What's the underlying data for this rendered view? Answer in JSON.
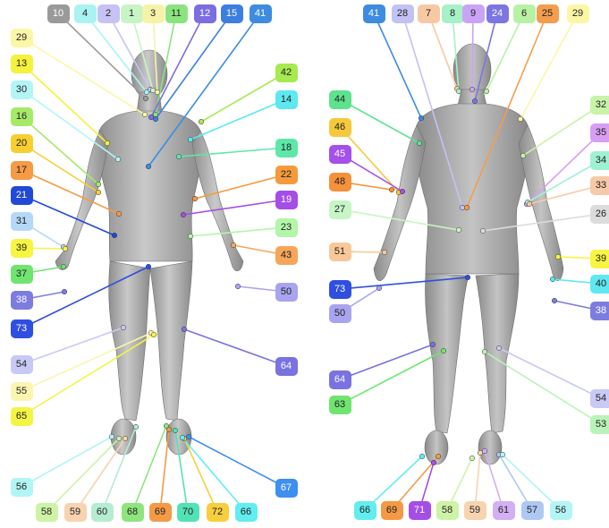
{
  "front": {
    "landmarks": [
      {
        "id": "10",
        "color": "#9a9a9a",
        "dark": true
      },
      {
        "id": "4",
        "color": "#a9f3f3",
        "dark": false
      },
      {
        "id": "2",
        "color": "#c6c2f4",
        "dark": false
      },
      {
        "id": "1",
        "color": "#c8f4c6",
        "dark": false
      },
      {
        "id": "3",
        "color": "#f6f3a8",
        "dark": false
      },
      {
        "id": "11",
        "color": "#8be37f",
        "dark": false
      },
      {
        "id": "12",
        "color": "#7b6ee0",
        "dark": true
      },
      {
        "id": "15",
        "color": "#3d7fe0",
        "dark": true
      },
      {
        "id": "41",
        "color": "#3d8ce0",
        "dark": true
      },
      {
        "id": "29",
        "color": "#fbf7a6",
        "dark": false
      },
      {
        "id": "13",
        "color": "#f4f23c",
        "dark": false
      },
      {
        "id": "30",
        "color": "#b3f5f5",
        "dark": false
      },
      {
        "id": "16",
        "color": "#a6ea67",
        "dark": false
      },
      {
        "id": "20",
        "color": "#f7cf2f",
        "dark": false
      },
      {
        "id": "17",
        "color": "#f59a45",
        "dark": false
      },
      {
        "id": "21",
        "color": "#2249d6",
        "dark": true
      },
      {
        "id": "31",
        "color": "#b6d8f7",
        "dark": false
      },
      {
        "id": "39",
        "color": "#f7f541",
        "dark": false
      },
      {
        "id": "37",
        "color": "#6fe56f",
        "dark": false
      },
      {
        "id": "38",
        "color": "#7d7de0",
        "dark": true
      },
      {
        "id": "73",
        "color": "#2f4fe0",
        "dark": true
      },
      {
        "id": "54",
        "color": "#c9c9f6",
        "dark": false
      },
      {
        "id": "55",
        "color": "#fbf5b0",
        "dark": false
      },
      {
        "id": "65",
        "color": "#f3f545",
        "dark": false
      },
      {
        "id": "56",
        "color": "#b2f5f5",
        "dark": false
      },
      {
        "id": "58",
        "color": "#cdf3a7",
        "dark": false
      },
      {
        "id": "59",
        "color": "#f7d3b0",
        "dark": false
      },
      {
        "id": "60",
        "color": "#b5ecd2",
        "dark": false
      },
      {
        "id": "68",
        "color": "#8ee57e",
        "dark": false
      },
      {
        "id": "69",
        "color": "#f49a46",
        "dark": false
      },
      {
        "id": "70",
        "color": "#52e2b6",
        "dark": false
      },
      {
        "id": "72",
        "color": "#f7cf3e",
        "dark": false
      },
      {
        "id": "66",
        "color": "#63edf0",
        "dark": false
      },
      {
        "id": "42",
        "color": "#a6ea4f",
        "dark": false
      },
      {
        "id": "14",
        "color": "#5ee8f0",
        "dark": false
      },
      {
        "id": "18",
        "color": "#5ee8a8",
        "dark": false
      },
      {
        "id": "22",
        "color": "#f59a3c",
        "dark": false
      },
      {
        "id": "19",
        "color": "#a54ee6",
        "dark": true
      },
      {
        "id": "23",
        "color": "#b3f5a9",
        "dark": false
      },
      {
        "id": "43",
        "color": "#f6a65a",
        "dark": false
      },
      {
        "id": "50",
        "color": "#a8a4ef",
        "dark": false
      },
      {
        "id": "64",
        "color": "#7a72e0",
        "dark": true
      },
      {
        "id": "67",
        "color": "#3f8ff0",
        "dark": true
      }
    ]
  },
  "back": {
    "landmarks": [
      {
        "id": "41",
        "color": "#3d8ce0",
        "dark": true
      },
      {
        "id": "28",
        "color": "#c2c2f4",
        "dark": false
      },
      {
        "id": "7",
        "color": "#f7c9a3",
        "dark": false
      },
      {
        "id": "8",
        "color": "#a7f1c6",
        "dark": false
      },
      {
        "id": "9",
        "color": "#c9a4f6",
        "dark": false
      },
      {
        "id": "24",
        "color": "#7c76e2",
        "dark": true
      },
      {
        "id": "6",
        "color": "#b7f2a4",
        "dark": false
      },
      {
        "id": "25",
        "color": "#f39d4e",
        "dark": false
      },
      {
        "id": "29",
        "color": "#fbf7a6",
        "dark": false
      },
      {
        "id": "44",
        "color": "#5de28e",
        "dark": false
      },
      {
        "id": "46",
        "color": "#f6c83c",
        "dark": false
      },
      {
        "id": "45",
        "color": "#a550e8",
        "dark": true
      },
      {
        "id": "48",
        "color": "#f5913a",
        "dark": false
      },
      {
        "id": "27",
        "color": "#c6f5c6",
        "dark": false
      },
      {
        "id": "51",
        "color": "#f8c898",
        "dark": false
      },
      {
        "id": "73",
        "color": "#2f4fe0",
        "dark": true
      },
      {
        "id": "50",
        "color": "#a8a4ef",
        "dark": false
      },
      {
        "id": "64",
        "color": "#7a72e0",
        "dark": true
      },
      {
        "id": "63",
        "color": "#6fe56f",
        "dark": false
      },
      {
        "id": "32",
        "color": "#c9f3a9",
        "dark": false
      },
      {
        "id": "35",
        "color": "#d79ef2",
        "dark": false
      },
      {
        "id": "34",
        "color": "#9ff1d3",
        "dark": false
      },
      {
        "id": "33",
        "color": "#f8c9a7",
        "dark": false
      },
      {
        "id": "26",
        "color": "#dcdcdc",
        "dark": false
      },
      {
        "id": "39",
        "color": "#f7f541",
        "dark": false
      },
      {
        "id": "40",
        "color": "#5ee8f0",
        "dark": false
      },
      {
        "id": "38",
        "color": "#7d7de0",
        "dark": true
      },
      {
        "id": "54",
        "color": "#c9c9f6",
        "dark": false
      },
      {
        "id": "53",
        "color": "#b9f3b9",
        "dark": false
      },
      {
        "id": "66",
        "color": "#63edf0",
        "dark": false
      },
      {
        "id": "69",
        "color": "#f49a46",
        "dark": false
      },
      {
        "id": "71",
        "color": "#a54ee6",
        "dark": true
      },
      {
        "id": "58",
        "color": "#cdf3a7",
        "dark": false
      },
      {
        "id": "59",
        "color": "#f7d3b0",
        "dark": false
      },
      {
        "id": "61",
        "color": "#d2b0f3",
        "dark": false
      },
      {
        "id": "57",
        "color": "#aec8f3",
        "dark": false
      },
      {
        "id": "56",
        "color": "#b2f5f5",
        "dark": false
      }
    ]
  }
}
